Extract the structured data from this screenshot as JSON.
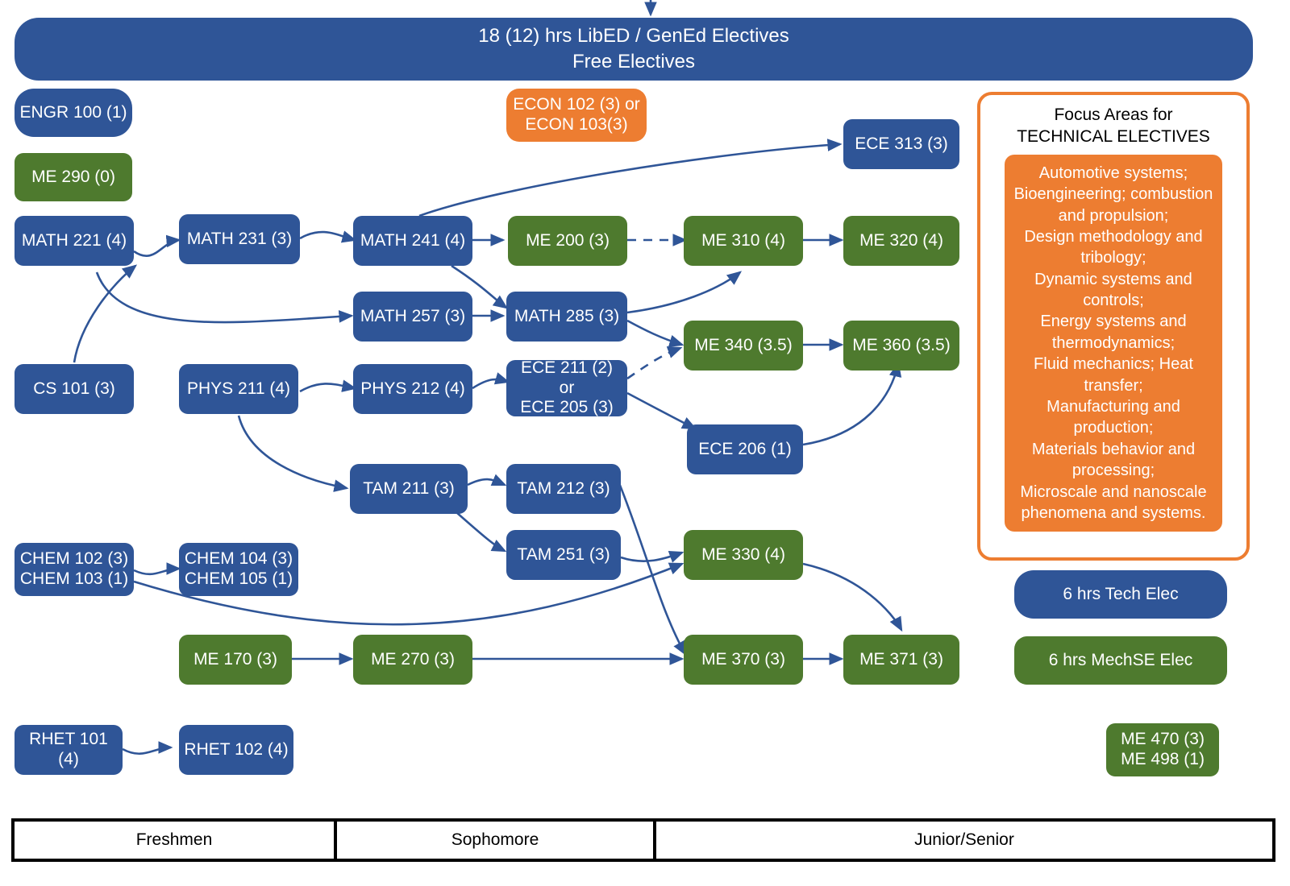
{
  "diagram": {
    "title_banner": {
      "line1": "18 (12) hrs LibED / GenEd Electives",
      "line2": "Free Electives"
    },
    "focus_panel": {
      "title": "Focus Areas for\nTECHNICAL ELECTIVES",
      "body": "Automotive systems;\nBioengineering; combustion\nand propulsion;\nDesign methodology and\ntribology;\nDynamic systems and\ncontrols;\nEnergy systems and\nthermodynamics;\nFluid mechanics; Heat\ntransfer;\nManufacturing and\nproduction;\nMaterials behavior and\nprocessing;\nMicroscale and nanoscale\nphenomena and systems."
    },
    "colors": {
      "blue": "#2F5597",
      "green": "#4E7A2E",
      "orange": "#ED7D31",
      "arrow": "#2F5597",
      "year_border": "#000000"
    },
    "nodes": [
      {
        "id": "engr100",
        "label": "ENGR 100 (1)",
        "color": "blue"
      },
      {
        "id": "me290",
        "label": "ME 290 (0)",
        "color": "green"
      },
      {
        "id": "math221",
        "label": "MATH 221 (4)",
        "color": "blue"
      },
      {
        "id": "math231",
        "label": "MATH 231 (3)",
        "color": "blue"
      },
      {
        "id": "math241",
        "label": "MATH 241 (4)",
        "color": "blue"
      },
      {
        "id": "me200",
        "label": "ME 200 (3)",
        "color": "green"
      },
      {
        "id": "me310",
        "label": "ME 310 (4)",
        "color": "green"
      },
      {
        "id": "me320",
        "label": "ME 320 (4)",
        "color": "green"
      },
      {
        "id": "ece313",
        "label": "ECE 313 (3)",
        "color": "blue"
      },
      {
        "id": "econ",
        "label": "ECON 102 (3) or\nECON 103(3)",
        "color": "orange"
      },
      {
        "id": "math257",
        "label": "MATH 257 (3)",
        "color": "blue"
      },
      {
        "id": "math285",
        "label": "MATH 285 (3)",
        "color": "blue"
      },
      {
        "id": "me340",
        "label": "ME 340 (3.5)",
        "color": "green"
      },
      {
        "id": "me360",
        "label": "ME 360 (3.5)",
        "color": "green"
      },
      {
        "id": "cs101",
        "label": "CS 101 (3)",
        "color": "blue"
      },
      {
        "id": "phys211",
        "label": "PHYS 211 (4)",
        "color": "blue"
      },
      {
        "id": "phys212",
        "label": "PHYS 212 (4)",
        "color": "blue"
      },
      {
        "id": "ece211",
        "label": "ECE 211 (2) or\nECE 205 (3)",
        "color": "blue"
      },
      {
        "id": "ece206",
        "label": "ECE 206 (1)",
        "color": "blue"
      },
      {
        "id": "tam211",
        "label": "TAM 211 (3)",
        "color": "blue"
      },
      {
        "id": "tam212",
        "label": "TAM 212 (3)",
        "color": "blue"
      },
      {
        "id": "tam251",
        "label": "TAM 251 (3)",
        "color": "blue"
      },
      {
        "id": "chem102",
        "label": "CHEM 102 (3)\nCHEM 103 (1)",
        "color": "blue"
      },
      {
        "id": "chem104",
        "label": "CHEM 104 (3)\nCHEM 105 (1)",
        "color": "blue"
      },
      {
        "id": "me330",
        "label": "ME 330 (4)",
        "color": "green"
      },
      {
        "id": "me170",
        "label": "ME 170 (3)",
        "color": "green"
      },
      {
        "id": "me270",
        "label": "ME 270 (3)",
        "color": "green"
      },
      {
        "id": "me370",
        "label": "ME 370 (3)",
        "color": "green"
      },
      {
        "id": "me371",
        "label": "ME 371 (3)",
        "color": "green"
      },
      {
        "id": "rhet101",
        "label": "RHET 101 (4)",
        "color": "blue"
      },
      {
        "id": "rhet102",
        "label": "RHET 102 (4)",
        "color": "blue"
      },
      {
        "id": "techelec",
        "label": "6 hrs Tech Elec",
        "color": "blue"
      },
      {
        "id": "mechse",
        "label": "6 hrs MechSE Elec",
        "color": "green"
      },
      {
        "id": "me470",
        "label": "ME 470 (3)\nME 498 (1)",
        "color": "green"
      }
    ],
    "year_bar": [
      {
        "label": "Freshmen"
      },
      {
        "label": "Sophomore"
      },
      {
        "label": "Junior/Senior"
      }
    ]
  }
}
